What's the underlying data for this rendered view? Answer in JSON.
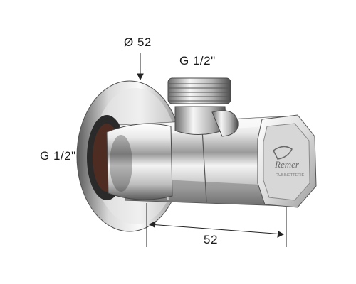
{
  "labels": {
    "diameter": "Ø 52",
    "thread_top": "G 1/2\"",
    "thread_left": "G 1/2\"",
    "length": "52"
  },
  "logo": {
    "text": "Remer",
    "subtext": "RUBINETTERIE"
  },
  "colors": {
    "chrome_light": "#f2f2f2",
    "chrome_mid": "#b8b8b8",
    "chrome_dark": "#3a3a3a",
    "dimension_line": "#222222"
  }
}
